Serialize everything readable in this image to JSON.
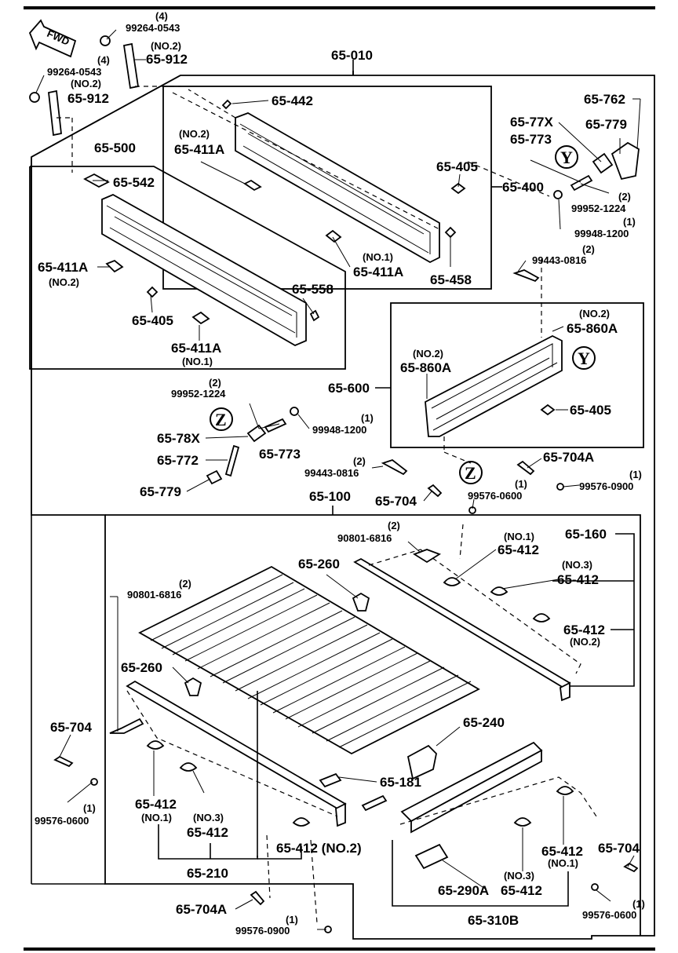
{
  "fwd_label": "FWD",
  "markers": {
    "y": "Y",
    "z": "Z"
  },
  "labels": {
    "p99264_top_qty": "(4)",
    "p99264_top": "99264-0543",
    "p912_top_note": "(NO.2)",
    "p912_top_qty": "(4)",
    "p912_top": "65-912",
    "p99264_left": "99264-0543",
    "p912_left_note": "(NO.2)",
    "p912_left": "65-912",
    "p010": "65-010",
    "p442": "65-442",
    "p411a_upper_note": "(NO.2)",
    "p411a_upper": "65-411A",
    "p405_upper": "65-405",
    "p400": "65-400",
    "p411a_upper_no1_note": "(NO.1)",
    "p411a_upper_no1": "65-411A",
    "p458": "65-458",
    "p762": "65-762",
    "p77x": "65-77X",
    "p779_upper": "65-779",
    "p773_upper": "65-773",
    "p99952_upper_qty": "(2)",
    "p99952_upper": "99952-1224",
    "p99948_upper_qty": "(1)",
    "p99948_upper": "99948-1200",
    "p99443_upper_qty": "(2)",
    "p99443_upper": "99443-0816",
    "p500": "65-500",
    "p542": "65-542",
    "p411a_left_no2": "65-411A",
    "p411a_left_no2_note": "(NO.2)",
    "p558": "65-558",
    "p405_left": "65-405",
    "p411a_left_no1": "65-411A",
    "p411a_left_no1_note": "(NO.1)",
    "p860a_upper_note": "(NO.2)",
    "p860a_upper": "65-860A",
    "p860a_left_note": "(NO.2)",
    "p860a_left": "65-860A",
    "p600": "65-600",
    "p405_right": "65-405",
    "p99952_lower_qty": "(2)",
    "p99952_lower": "99952-1224",
    "p78x": "65-78X",
    "p773_lower": "65-773",
    "p99948_lower_qty": "(1)",
    "p99948_lower": "99948-1200",
    "p772": "65-772",
    "p779_lower": "65-779",
    "p99443_lower_qty": "(2)",
    "p99443_lower": "99443-0816",
    "p704a_upper": "65-704A",
    "p99576_0900_right_qty": "(1)",
    "p99576_0900_right": "99576-0900",
    "p704_mid": "65-704",
    "p99576_0600_mid_qty": "(1)",
    "p99576_0600_mid": "99576-0600",
    "p100": "65-100",
    "p90801_upper_qty": "(2)",
    "p90801_upper": "90801-6816",
    "p412_no1_note": "(NO.1)",
    "p412_no1": "65-412",
    "p160": "65-160",
    "p412_no3_note": "(NO.3)",
    "p412_no3": "65-412",
    "p260_upper": "65-260",
    "p90801_left_qty": "(2)",
    "p90801_left": "90801-6816",
    "p412_no2": "65-412",
    "p412_no2_note": "(NO.2)",
    "p260_left": "65-260",
    "p240": "65-240",
    "p704_left": "65-704",
    "p181": "65-181",
    "p412_left_no1": "65-412",
    "p412_left_no1_note": "(NO.1)",
    "p412_left_no3_note": "(NO.3)",
    "p412_left_no3": "65-412",
    "p99576_0600_left_qty": "(1)",
    "p99576_0600_left": "99576-0600",
    "p412_bottom_no2": "65-412 (NO.2)",
    "p210": "65-210",
    "p412_right_no1": "65-412",
    "p412_right_no1_note": "(NO.1)",
    "p704_right": "65-704",
    "p290a": "65-290A",
    "p412_right_no3_note": "(NO.3)",
    "p412_right_no3": "65-412",
    "p99576_0600_right_qty": "(1)",
    "p99576_0600_right": "99576-0600",
    "p704a_lower": "65-704A",
    "p99576_0900_lower_qty": "(1)",
    "p99576_0900_lower": "99576-0900",
    "p310b": "65-310B"
  }
}
